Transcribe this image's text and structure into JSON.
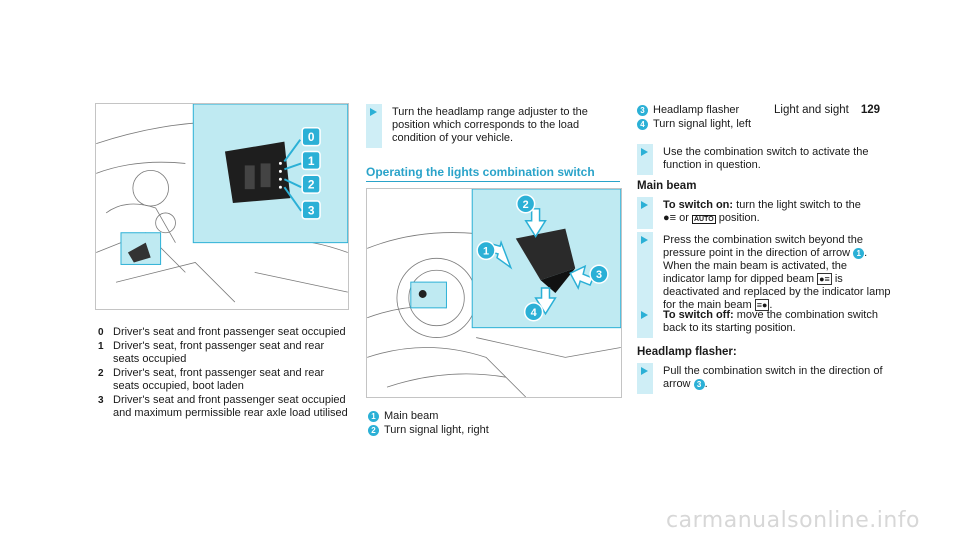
{
  "header": {
    "section": "Light and sight",
    "page": "129"
  },
  "figure_left": {
    "callouts": [
      "0",
      "1",
      "2",
      "3"
    ]
  },
  "left_list": [
    {
      "num": "0",
      "text": "Driver's seat and front passenger seat occupied"
    },
    {
      "num": "1",
      "text": "Driver's seat, front passenger seat and rear seats occupied"
    },
    {
      "num": "2",
      "text": "Driver's seat, front passenger seat and rear seats occupied, boot laden"
    },
    {
      "num": "3",
      "text": "Driver's seat and front passenger seat occupied and maximum permissible rear axle load utilised"
    }
  ],
  "middle": {
    "step_top": "Turn the headlamp range adjuster to the position which corresponds to the load condition of your vehicle.",
    "section_title": "Operating the lights combination switch",
    "figure_callouts": [
      "1",
      "2",
      "3",
      "4"
    ],
    "legend": [
      {
        "num": "1",
        "text": "Main beam"
      },
      {
        "num": "2",
        "text": "Turn signal light, right"
      }
    ]
  },
  "right": {
    "legend": [
      {
        "num": "3",
        "text": "Headlamp flasher"
      },
      {
        "num": "4",
        "text": "Turn signal light, left"
      }
    ],
    "step_use": "Use the combination switch to activate the function in question.",
    "main_beam_heading": "Main beam",
    "step_on_label": "To switch on:",
    "step_on_text": "turn the light switch to the",
    "step_on_or": "or",
    "step_on_pos": "position.",
    "step_press_a": "Press the combination switch beyond the pressure point in the direction of arrow",
    "step_press_b": ". When the main beam is activated, the indicator lamp for dipped beam",
    "step_press_c": "is deactivated and replaced by the indicator lamp for the main beam",
    "step_off_label": "To switch off:",
    "step_off_text": "move the combination switch back to its starting position.",
    "flasher_heading": "Headlamp flasher:",
    "step_pull": "Pull the combination switch in the direction of arrow",
    "auto_label": "AUTO",
    "arrow1": "1",
    "arrow3": "3"
  },
  "watermark": "carmanualsonline.info",
  "colors": {
    "accent": "#2bb0d6",
    "panel": "#bfeaf2",
    "bar": "#cfeef6"
  }
}
